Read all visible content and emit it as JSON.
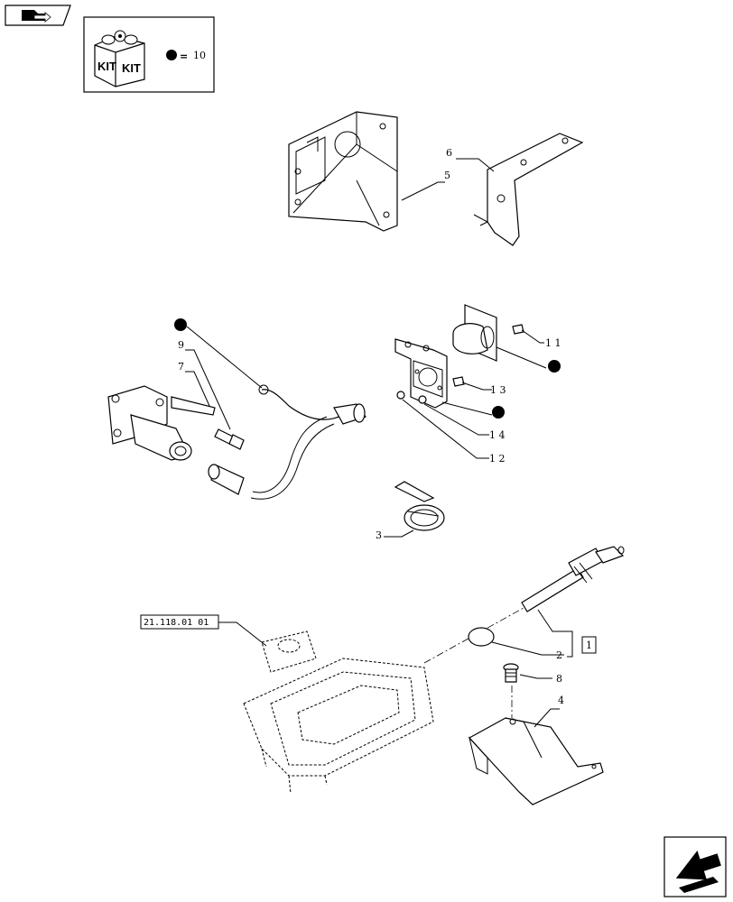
{
  "kit_legend": {
    "kit_label_1": "KIT",
    "kit_label_2": "KIT",
    "equals": "=",
    "count": "10"
  },
  "reference": {
    "text": "21.118.01 01"
  },
  "callouts": {
    "n1": "1",
    "n2": "2",
    "n3": "3",
    "n4": "4",
    "n5": "5",
    "n6": "6",
    "n7": "7",
    "n8": "8",
    "n9": "9",
    "n11": "1 1",
    "n12": "1 2",
    "n13": "1 3",
    "n14": "1 4"
  },
  "icons": {
    "top_left": "folder-arrow-icon",
    "bottom_right": "next-page-arrow-icon"
  }
}
